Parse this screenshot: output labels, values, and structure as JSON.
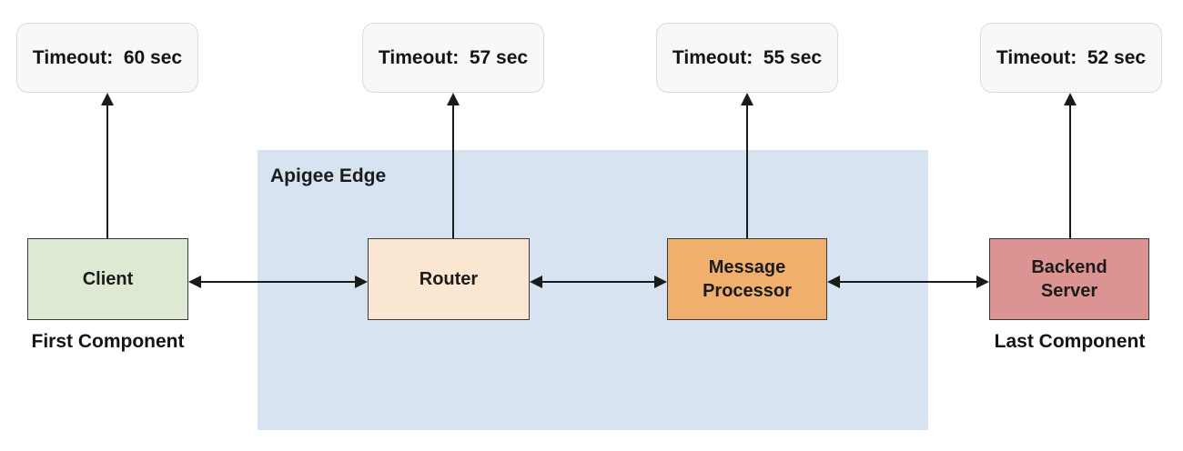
{
  "container": {
    "label": "Apigee Edge"
  },
  "timeouts": [
    {
      "text": "Timeout:  60 sec"
    },
    {
      "text": "Timeout:  57 sec"
    },
    {
      "text": "Timeout:  55 sec"
    },
    {
      "text": "Timeout:  52 sec"
    }
  ],
  "components": [
    {
      "id": "client",
      "label": "Client",
      "caption": "First Component",
      "timeout": "60 sec"
    },
    {
      "id": "router",
      "label": "Router",
      "timeout": "57 sec"
    },
    {
      "id": "message-processor",
      "label": "Message\nProcessor",
      "timeout": "55 sec"
    },
    {
      "id": "backend-server",
      "label": "Backend\nServer",
      "caption": "Last Component",
      "timeout": "52 sec"
    }
  ],
  "colors": {
    "apigee_background": "#d7e3f1",
    "client_fill": "#dde9d3",
    "router_fill": "#fae6d1",
    "message_processor_fill": "#f0af6d",
    "backend_server_fill": "#dc9493",
    "timeout_fill": "#f6f8f9",
    "timeout_border": "#d7dbdf",
    "box_border": "#3a3a3a",
    "arrow": "#1a1a1a",
    "text": "#1b1b1b"
  }
}
